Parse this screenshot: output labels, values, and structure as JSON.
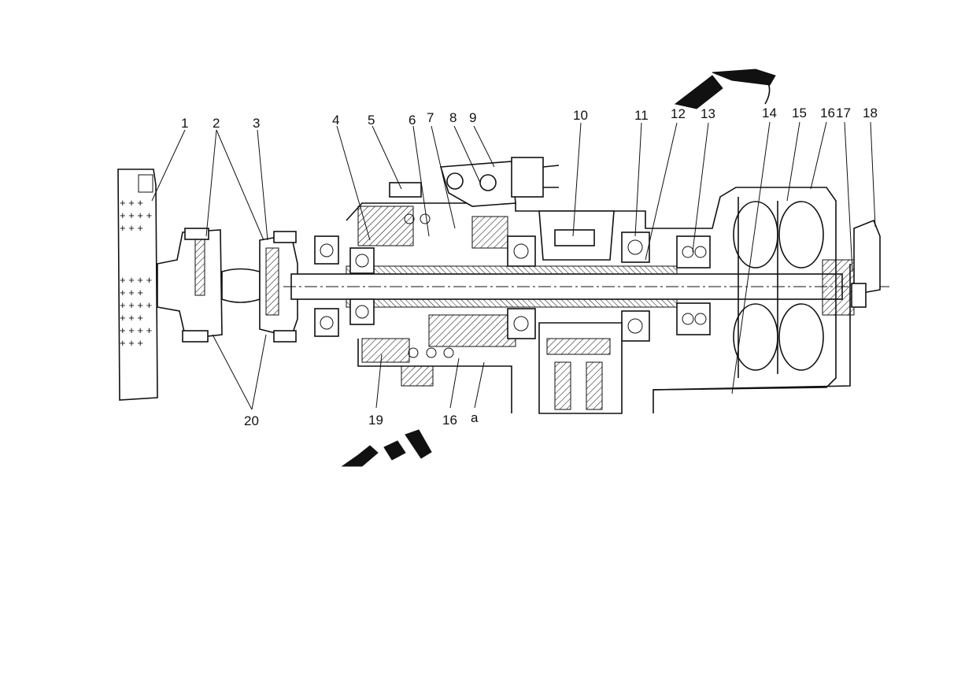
{
  "figure": {
    "top_labels": [
      "1",
      "2",
      "3",
      "4",
      "5",
      "6",
      "7",
      "8",
      "9",
      "10",
      "11",
      "12",
      "13",
      "14",
      "15",
      "16",
      "17",
      "18"
    ],
    "bottom_labels": [
      "20",
      "19",
      "16",
      "a"
    ]
  }
}
